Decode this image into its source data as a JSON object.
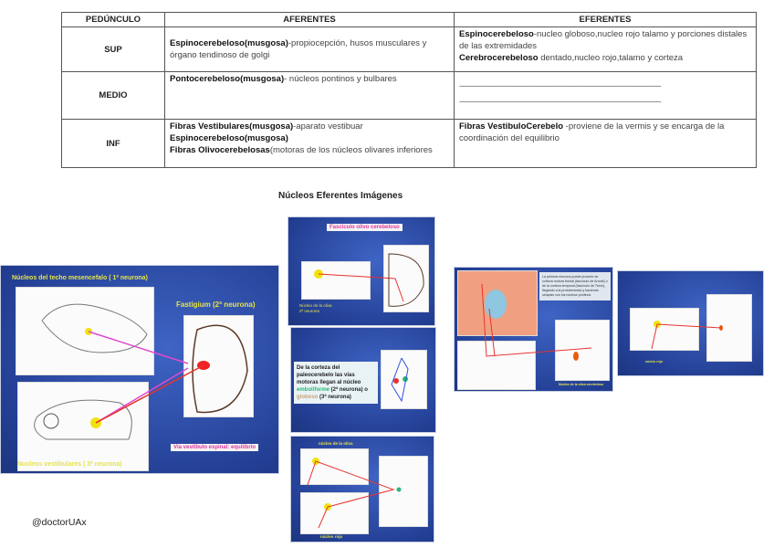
{
  "table": {
    "headers": [
      "PEDÚNCULO",
      "AFERENTES",
      "EFERENTES"
    ],
    "rows": [
      {
        "peduncle": "SUP",
        "aferentes": [
          {
            "bold": "Espinocerebeloso(musgosa)",
            "text": "-propiocepción, husos musculares y órgano tendinoso de golgi"
          }
        ],
        "eferentes": [
          {
            "bold": "Espinocerebeloso",
            "text": "-nucleo globoso,nucleo rojo talamo y porciones distales de las extremidades"
          },
          {
            "bold": "Cerebrocerebeloso",
            "text": " dentado,nucleo rojo,talamo y corteza"
          }
        ]
      },
      {
        "peduncle": "MEDIO",
        "aferentes": [
          {
            "bold": "Pontocerebeloso(musgosa)",
            "text": "- núcleos pontinos y bulbares"
          }
        ],
        "eferentes_dashes": [
          "------------------------------------------------------------------------------------------------------",
          "------------------------------------------------------------------------------------------------------"
        ]
      },
      {
        "peduncle": "INF",
        "aferentes": [
          {
            "bold": "Fibras Vestibulares(musgosa)",
            "text": "-aparato vestibuar"
          },
          {
            "bold": "Espinocerebeloso(musgosa)",
            "text": ""
          },
          {
            "bold": "Fibras Olivocerebelosas",
            "text": "(motoras de los núcleos olivares inferiores"
          }
        ],
        "eferentes": [
          {
            "bold": "Fibras VestibuloCerebelo",
            "text": " -proviene de la vermis y se encarga de la coordinación del equilibrio"
          }
        ]
      }
    ]
  },
  "caption": "Núcleos Eferentes Imágenes",
  "credit": "@doctorUAx",
  "slides": {
    "s1": {
      "top_label": "Núcleos del techo mesencefalo ( 1ª neurona)",
      "right_label": "Fastigium  (2ª neurona)",
      "bottom_label": "Nucleos vestibulares ( 3ª neurona)",
      "tag": "Vía vestibulo espinal: equilibrio"
    },
    "s2": {
      "tag": "Fasciculo olivo cerebeloso",
      "label": "Núcleo de la oliva\n2ª neurona"
    },
    "s3": {
      "note_1": "De la corteza del paleocerebelo las vías motoras llegan al núcleo ",
      "note_green": "emboliforme",
      "note_2": " (2ª neurona) o ",
      "note_tan": "globoso",
      "note_3": " (3ª neurona)"
    },
    "s4": {
      "top_label": "núcleo de la oliva",
      "bottom_label": "núcleo rojo"
    },
    "s5": {
      "note": "La primera neurona puede provenir de corteza motora frontal (fascículo de Arnold) o de la corteza temporal (fascículo de Türck), llegando a la protuberancia y haciendo sinapsis con los núcleos pontinos",
      "label": "Núcleo de la oliva cerebelosa"
    },
    "s6": {
      "label": "núcleo rojo"
    }
  },
  "colors": {
    "slide_bg": "#2a4aa8",
    "label_yellow": "#e6e34a",
    "arrow_red": "#e8322e",
    "arrow_pink": "#e04ad0"
  }
}
